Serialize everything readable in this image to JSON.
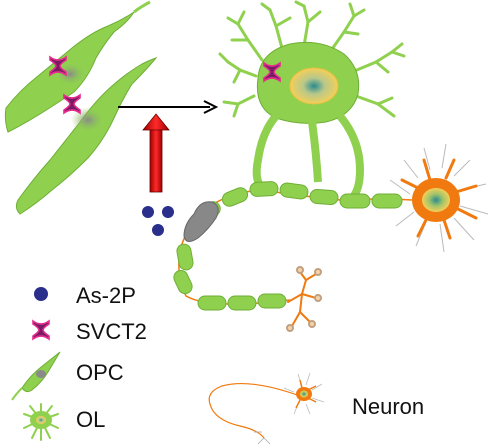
{
  "colors": {
    "cell_green": "#8fd14f",
    "cell_green_dark": "#6fae35",
    "nucleus_yellow": "#f3cf5a",
    "nucleus_core": "#2a8a8f",
    "neuron_orange": "#f07a10",
    "arrow_red": "#e01010",
    "as2p_blue": "#2b2f8c",
    "svct2_purple": "#7a1c63",
    "svct2_pink": "#e62c8e",
    "myelin_damage_grey": "#888888"
  },
  "legend": {
    "as2p": "As-2P",
    "svct2": "SVCT2",
    "opc": "OPC",
    "ol": "OL",
    "neuron": "Neuron"
  },
  "icons": {
    "as2p": "blue-dot-icon",
    "svct2": "transporter-icon",
    "opc": "opc-cell-icon",
    "ol": "ol-cell-icon",
    "neuron": "neuron-icon"
  }
}
